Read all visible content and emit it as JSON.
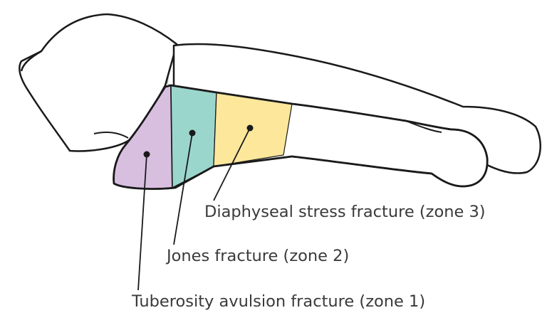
{
  "labels": {
    "zone3": "Diaphyseal stress fracture (zone 3)",
    "zone2": "Jones fracture (zone 2)",
    "zone1": "Tuberosity avulsion fracture (zone 1)"
  },
  "colors": {
    "zone1": "#d8bfe0",
    "zone2": "#9bd6cd",
    "zone3": "#fce79b",
    "outline": "#1a1a1a",
    "shadow": "#b7bcc4",
    "text": "#3a3a3a"
  }
}
